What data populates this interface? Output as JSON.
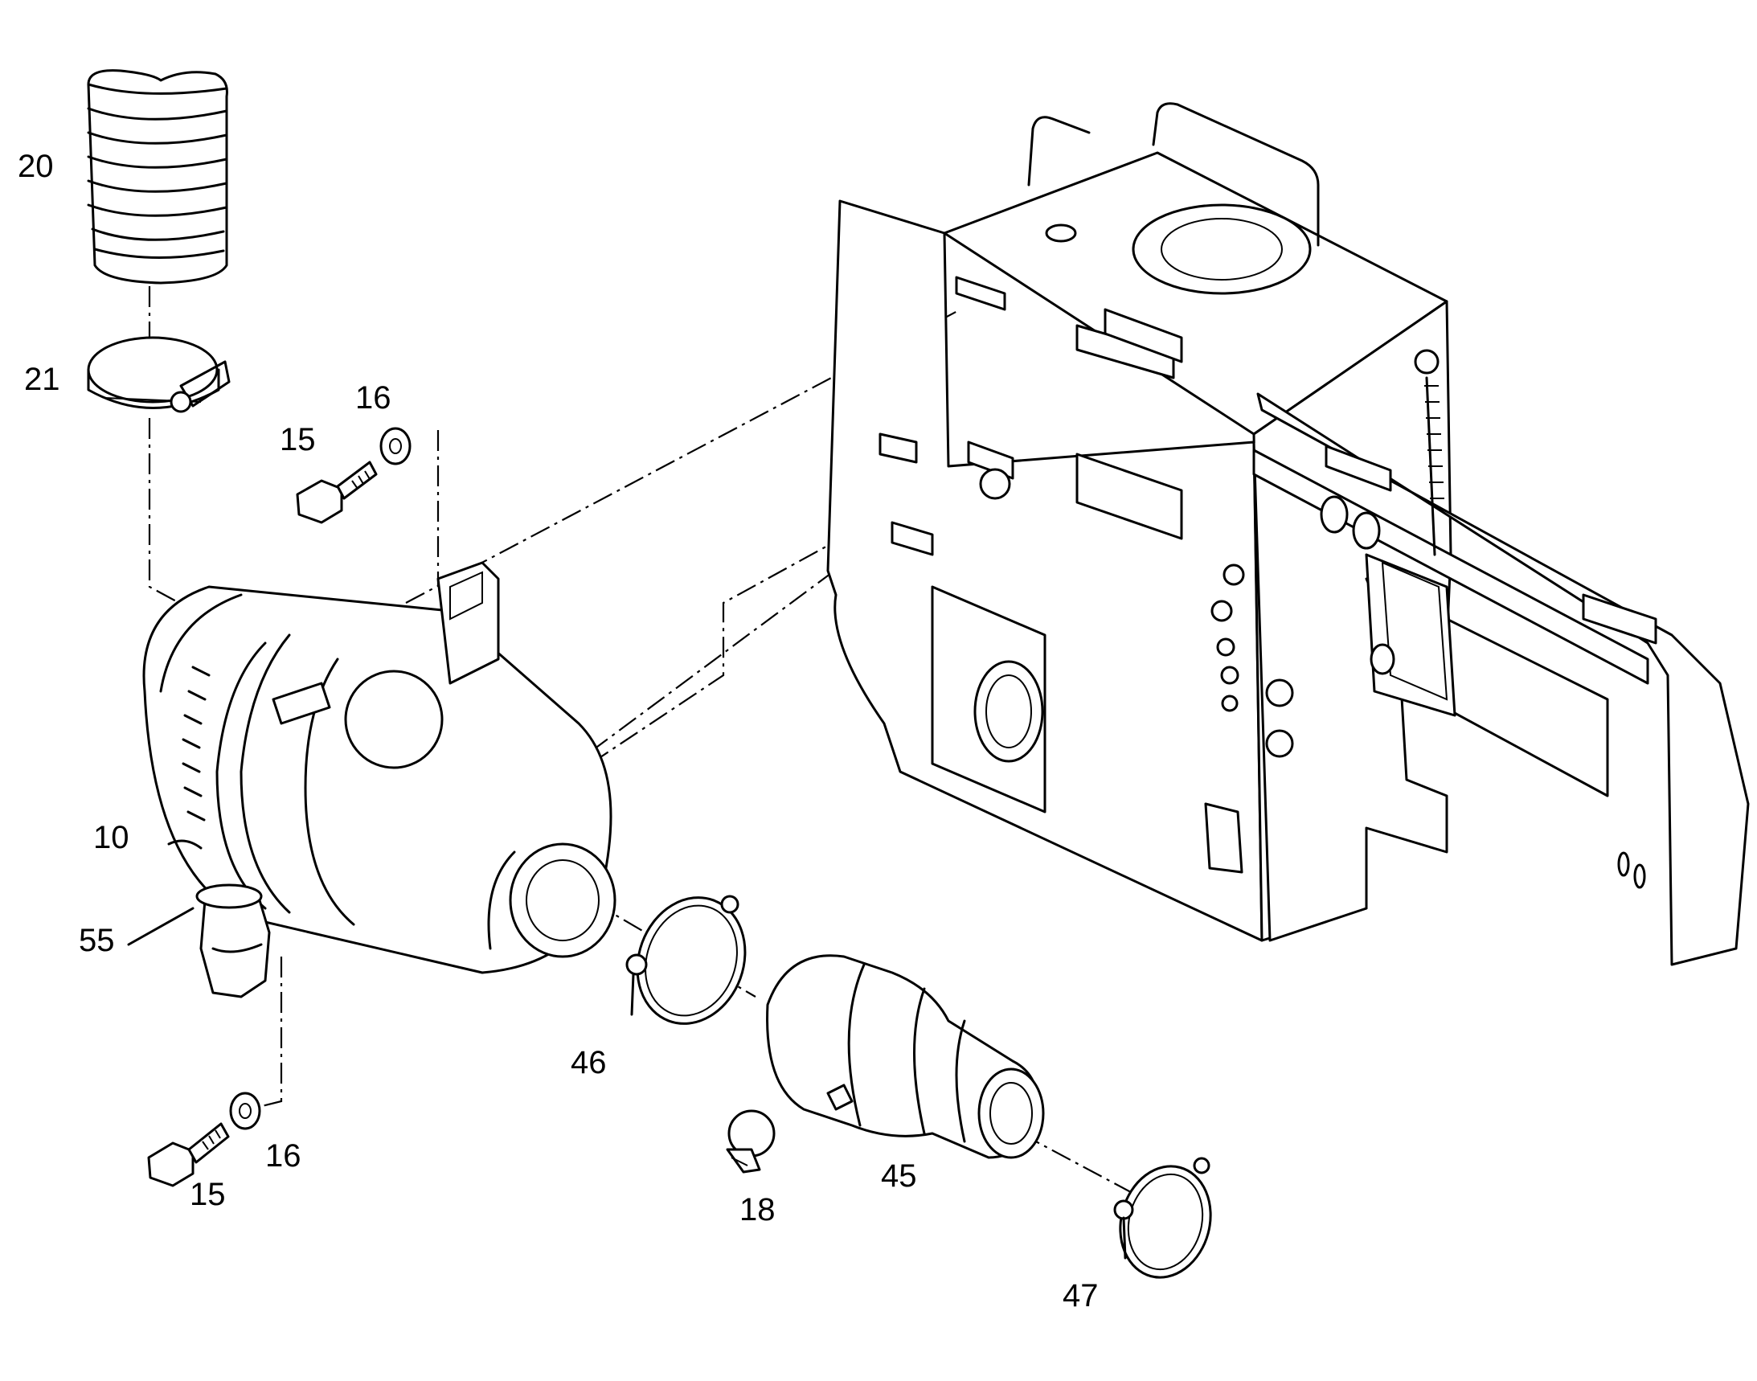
{
  "callouts": {
    "c20": "20",
    "c21": "21",
    "c16a": "16",
    "c15a": "15",
    "c10": "10",
    "c55": "55",
    "c46": "46",
    "c16b": "16",
    "c15b": "15",
    "c18": "18",
    "c45": "45",
    "c47": "47"
  }
}
